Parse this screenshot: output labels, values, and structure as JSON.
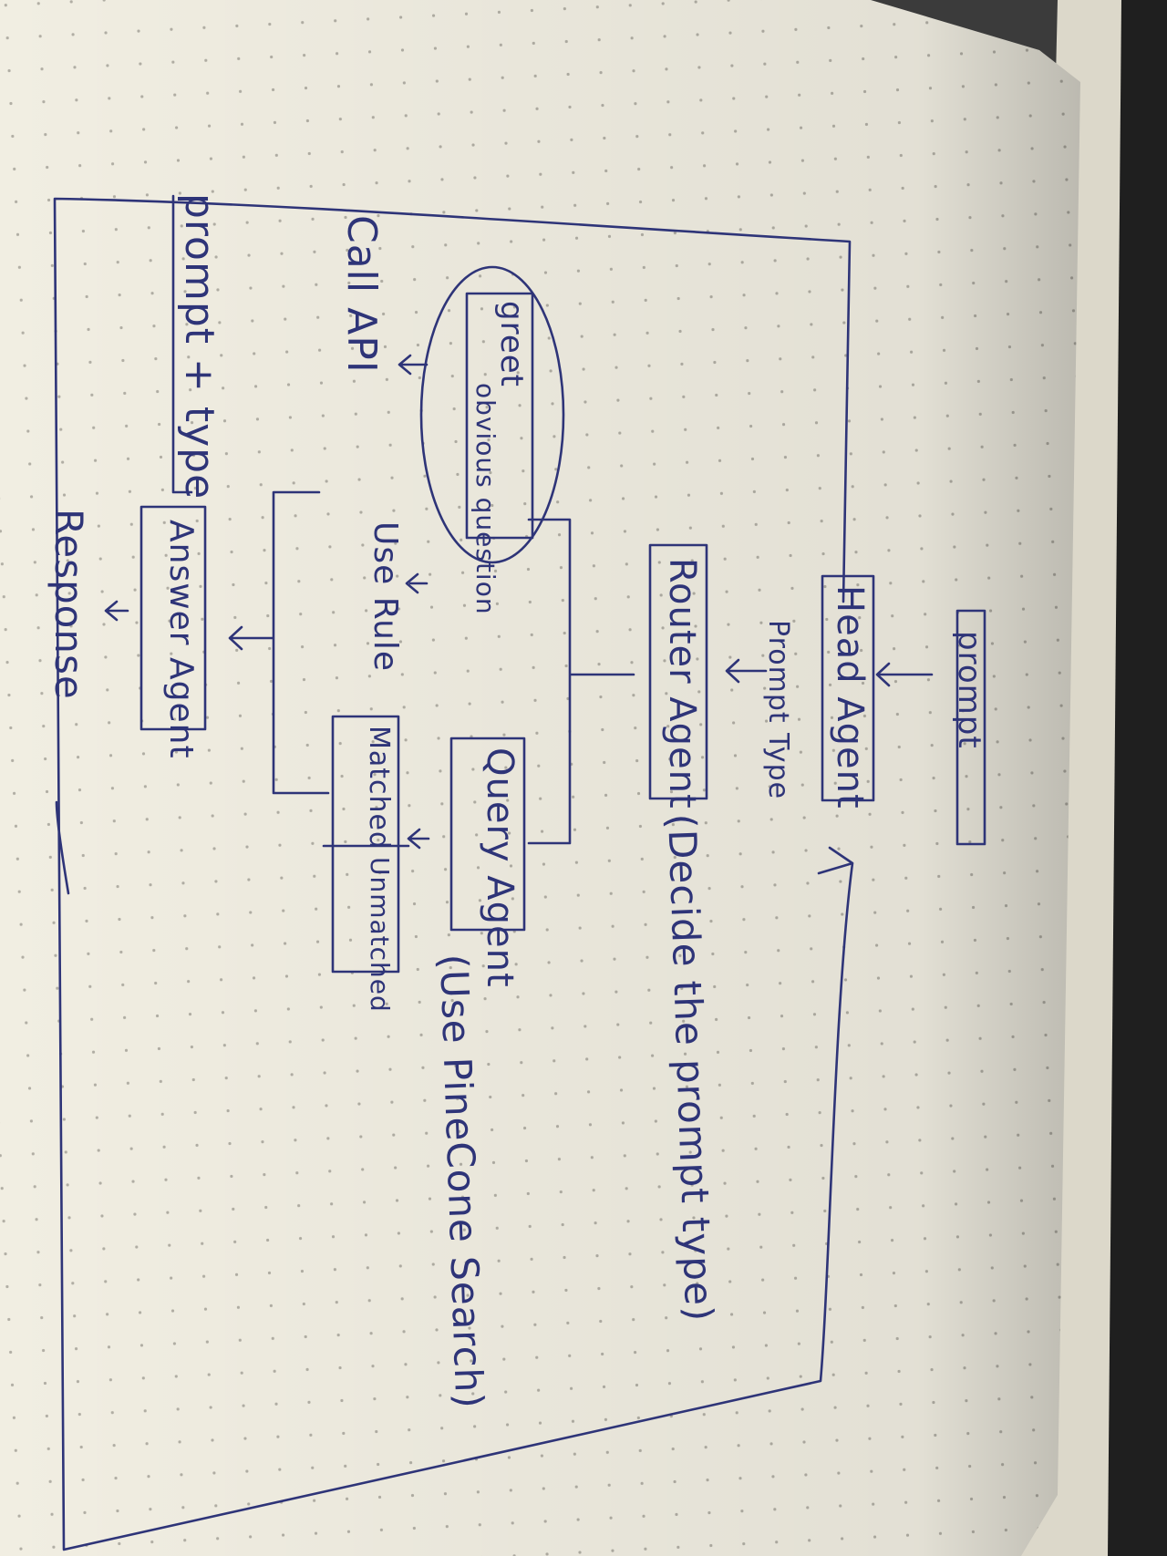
{
  "colors": {
    "paper": "#f1eee2",
    "ink": "#2e3478",
    "background": "#3b3b3b"
  },
  "nodes": {
    "prompt": "prompt",
    "head_agent": "Head Agent",
    "prompt_type": "Prompt Type",
    "router_agent": "Router Agent",
    "router_note": "(Decide the prompt type)",
    "greeting": "greet",
    "obvious_question": "obvious question",
    "call_api": "Call API",
    "query_agent": "Query Agent",
    "query_note": "(Use PineCone Search)",
    "matched": "Matched",
    "unmatched": "Unmatched",
    "use_rule": "Use Rule",
    "prompt_plus_type": "prompt + type",
    "answer_agent": "Answer Agent",
    "response": "Response"
  }
}
